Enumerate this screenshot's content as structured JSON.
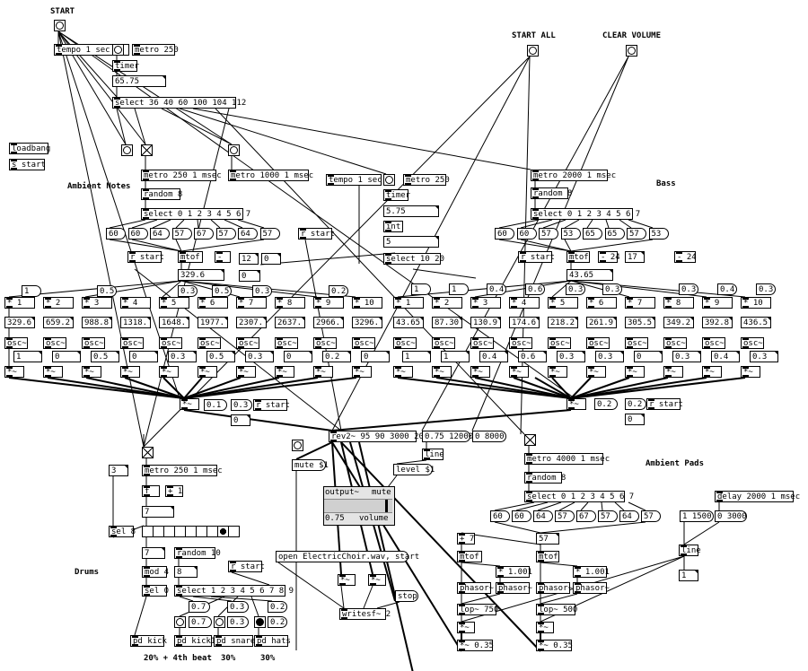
{
  "comments": {
    "start": "START",
    "start_all": "START ALL",
    "clear_volume": "CLEAR VOLUME",
    "ambient_notes": "Ambient Notes",
    "bass": "Bass",
    "ambient_pads": "Ambient Pads",
    "drums": "Drums",
    "kick_pct": "20% + 4th beat",
    "snare_pct": "30%",
    "hats_pct": "30%"
  },
  "clock": {
    "tempo": "tempo 1 sec",
    "metro": "metro 250",
    "timer": "timer",
    "time_value": "65.75",
    "select": "select 36 40 60 100 104 112"
  },
  "loadbang": {
    "loadbang": "loadbang",
    "send": "s start"
  },
  "notes": {
    "metro_a": "metro 250 1 msec",
    "metro_b": "metro 1000 1 msec",
    "random": "random 8",
    "select": "select 0 1 2 3 4 5 6 7",
    "messages": [
      "60",
      "60",
      "64",
      "57",
      "67",
      "57",
      "64",
      "57"
    ],
    "receive": "r start",
    "receive2": "r start",
    "mtof": "mtof",
    "freq": "329.6",
    "minus": "-",
    "offset": "12",
    "zero": "0",
    "zero2": "0",
    "mult": [
      "* 1",
      "* 2",
      "* 3",
      "* 4",
      "* 5",
      "* 6",
      "* 7",
      "* 8",
      "* 9",
      "* 10"
    ],
    "freqs": [
      "329.6",
      "659.2",
      "988.8",
      "1318.",
      "1648.",
      "1977.",
      "2307.",
      "2637.",
      "2966.",
      "3296."
    ],
    "osc": "osc~",
    "amps": [
      "1",
      "0",
      "0.5",
      "0",
      "0.3",
      "0.5",
      "0.3",
      "0",
      "0.2",
      "0"
    ],
    "amp_msgs": [
      "1",
      "0.5",
      "0.3",
      "0.5",
      "0.3",
      "0.2"
    ],
    "sig_mult": "*~",
    "master_mult": "*~",
    "gain_msg": "0.1",
    "gain_msg2": "0.3",
    "gain_num": "0",
    "receive3": "r start"
  },
  "tempo2": {
    "tempo": "tempo 1 sec",
    "metro": "metro 250",
    "timer": "timer",
    "time_value": "5.75",
    "int": "int",
    "int_value": "5",
    "select": "select 10 20"
  },
  "bass": {
    "metro": "metro 2000 1 msec",
    "random": "random 8",
    "select": "select 0 1 2 3 4 5 6 7",
    "messages": [
      "60",
      "60",
      "57",
      "53",
      "65",
      "65",
      "57",
      "53"
    ],
    "receive": "r start",
    "mtof": "mtof",
    "minus": "- 24",
    "num": "17",
    "minus2": "- 24",
    "freq": "43.65",
    "mult": [
      "* 1",
      "* 2",
      "* 3",
      "* 4",
      "* 5",
      "* 6",
      "* 7",
      "* 8",
      "* 9",
      "* 10"
    ],
    "freqs": [
      "43.65",
      "87.30",
      "130.9",
      "174.6",
      "218.2",
      "261.9",
      "305.5",
      "349.2",
      "392.8",
      "436.5"
    ],
    "osc": "osc~",
    "amps": [
      "1",
      "1",
      "0.4",
      "0.6",
      "0.3",
      "0.3",
      "0",
      "0.3",
      "0.4",
      "0.3"
    ],
    "amp_msgs": [
      "1",
      "1",
      "0.4",
      "0.6",
      "0.3",
      "0.3",
      "0.3",
      "0.4",
      "0.3"
    ],
    "sig_mult": "*~",
    "master_mult": "*~",
    "gain_msg": "0.2",
    "gain_msg2": "0.2",
    "gain_num": "0",
    "receive3": "r start"
  },
  "reverb": {
    "freeverb": "rev2~ 95 90 3000 20",
    "line_msg": "0.75 12000",
    "zero_msg": "0 8000",
    "line": "line",
    "level": "level $1",
    "mute": "mute $1",
    "output_label": "output~",
    "mute_label": "mute",
    "level_value": "0.75",
    "volume_label": "volume"
  },
  "record": {
    "open_msg": "open ElectricChoir.wav, start",
    "mult_a": "*~",
    "mult_b": "*~",
    "stop": "stop",
    "writesf": "writesf~ 2"
  },
  "drums": {
    "metro": "metro 250 1 msec",
    "counter_f": "f",
    "plus": "+ 1",
    "counter_value": "7",
    "num_7": "7",
    "random": "random 10",
    "mod": "mod 4",
    "mod_value": "8",
    "sel0": "sel 0",
    "sel8": "sel 8",
    "three": "3",
    "receive": "r start",
    "select": "select 1 2 3 4 5 6 7 8 9",
    "msgs": [
      "0.7",
      "0.7",
      "0.3",
      "0.3",
      "0.2",
      "0.2"
    ],
    "pd_kick": "pd kick",
    "pd_kick1": "pd kick1",
    "pd_snare": "pd snare",
    "pd_hats": "pd hats"
  },
  "pads": {
    "metro": "metro 4000 1 msec",
    "random": "random 8",
    "select": "select 0 1 2 3 4 5 6 7",
    "messages": [
      "60",
      "60",
      "64",
      "57",
      "67",
      "57",
      "64",
      "57"
    ],
    "line_msg": "1 1500",
    "zero_msg": "0 3000",
    "delay": "delay 2000 1 msec",
    "note": "57",
    "plus": "+ 7",
    "mtof_a": "mtof",
    "mtof_b": "mtof",
    "mult_a": "* 1.001",
    "mult_b": "* 1.001",
    "phasor": "phasor~",
    "lop_a": "lop~ 750",
    "lop_b": "lop~ 500",
    "sig_mult": "*~",
    "out_a": "*~ 0.35",
    "out_b": "*~ 0.35",
    "line": "line",
    "line_value": "1"
  }
}
